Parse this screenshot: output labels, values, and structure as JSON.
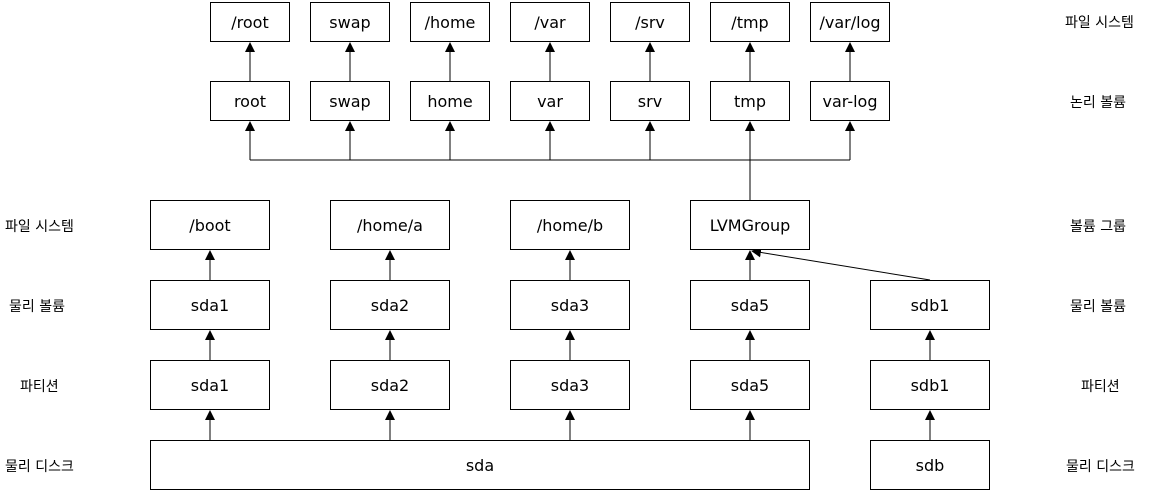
{
  "labels": {
    "right": [
      "파일 시스템",
      "논리 볼륨",
      "볼륨 그룹",
      "물리 볼륨",
      "파티션",
      "물리 디스크"
    ],
    "left": [
      "파일 시스템",
      "물리 볼륨",
      "파티션",
      "물리 디스크"
    ]
  },
  "top": {
    "filesystems": [
      "/root",
      "swap",
      "/home",
      "/var",
      "/srv",
      "/tmp",
      "/var/log"
    ],
    "logical_volumes": [
      "root",
      "swap",
      "home",
      "var",
      "srv",
      "tmp",
      "var-log"
    ]
  },
  "lower": {
    "filesystems": [
      "/boot",
      "/home/a",
      "/home/b"
    ],
    "volume_group": "LVMGroup",
    "physical_volumes": [
      "sda1",
      "sda2",
      "sda3",
      "sda5",
      "sdb1"
    ],
    "partitions": [
      "sda1",
      "sda2",
      "sda3",
      "sda5",
      "sdb1"
    ],
    "disks": [
      "sda",
      "sdb"
    ]
  }
}
